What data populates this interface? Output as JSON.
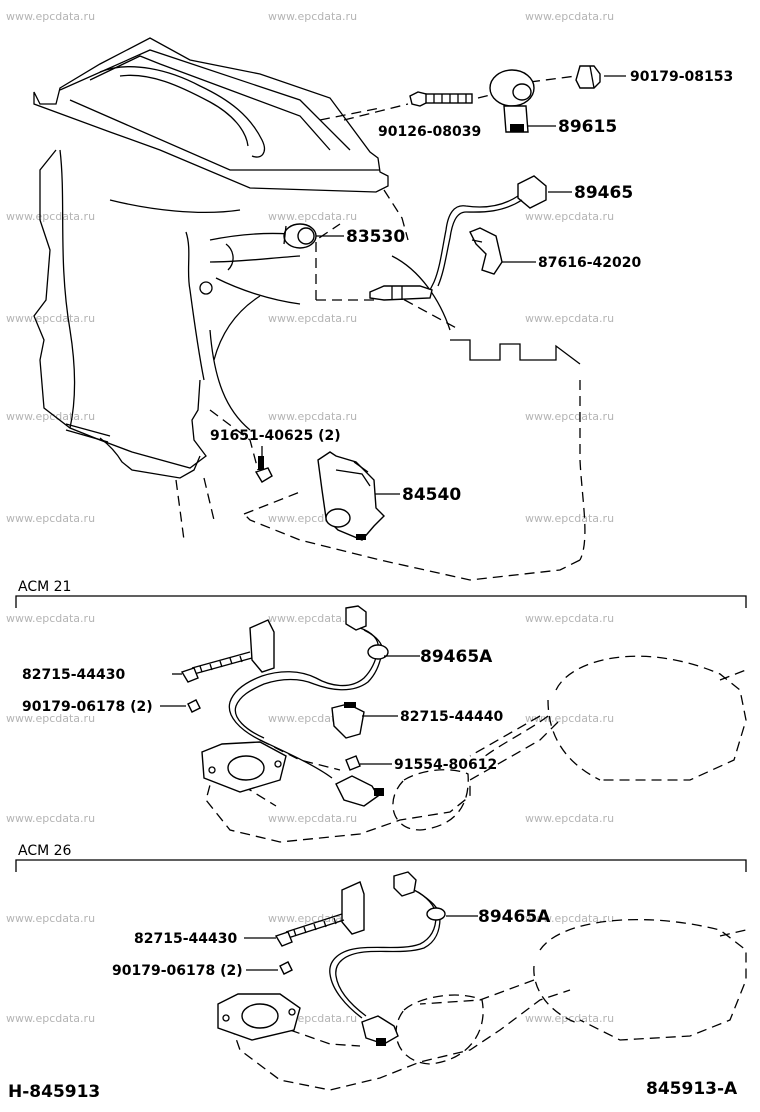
{
  "watermark": "www.epcdata.ru",
  "sections": {
    "acm21": "ACM 21",
    "acm26": "ACM 26"
  },
  "callouts": {
    "p90179_08153": "90179-08153",
    "p90126_08039": "90126-08039",
    "p89615": "89615",
    "p89465": "89465",
    "p83530": "83530",
    "p87616_42020": "87616-42020",
    "p91651_40625": "91651-40625 (2)",
    "p84540": "84540",
    "p82715_44430_a": "82715-44430",
    "p89465a_a": "89465A",
    "p90179_06178_a": "90179-06178 (2)",
    "p82715_44440": "82715-44440",
    "p91554_80612": "91554-80612",
    "p89465a_b": "89465A",
    "p82715_44430_b": "82715-44430",
    "p90179_06178_b": "90179-06178 (2)"
  },
  "footer": {
    "left_code": "H-845913",
    "right_code": "845913-A"
  }
}
